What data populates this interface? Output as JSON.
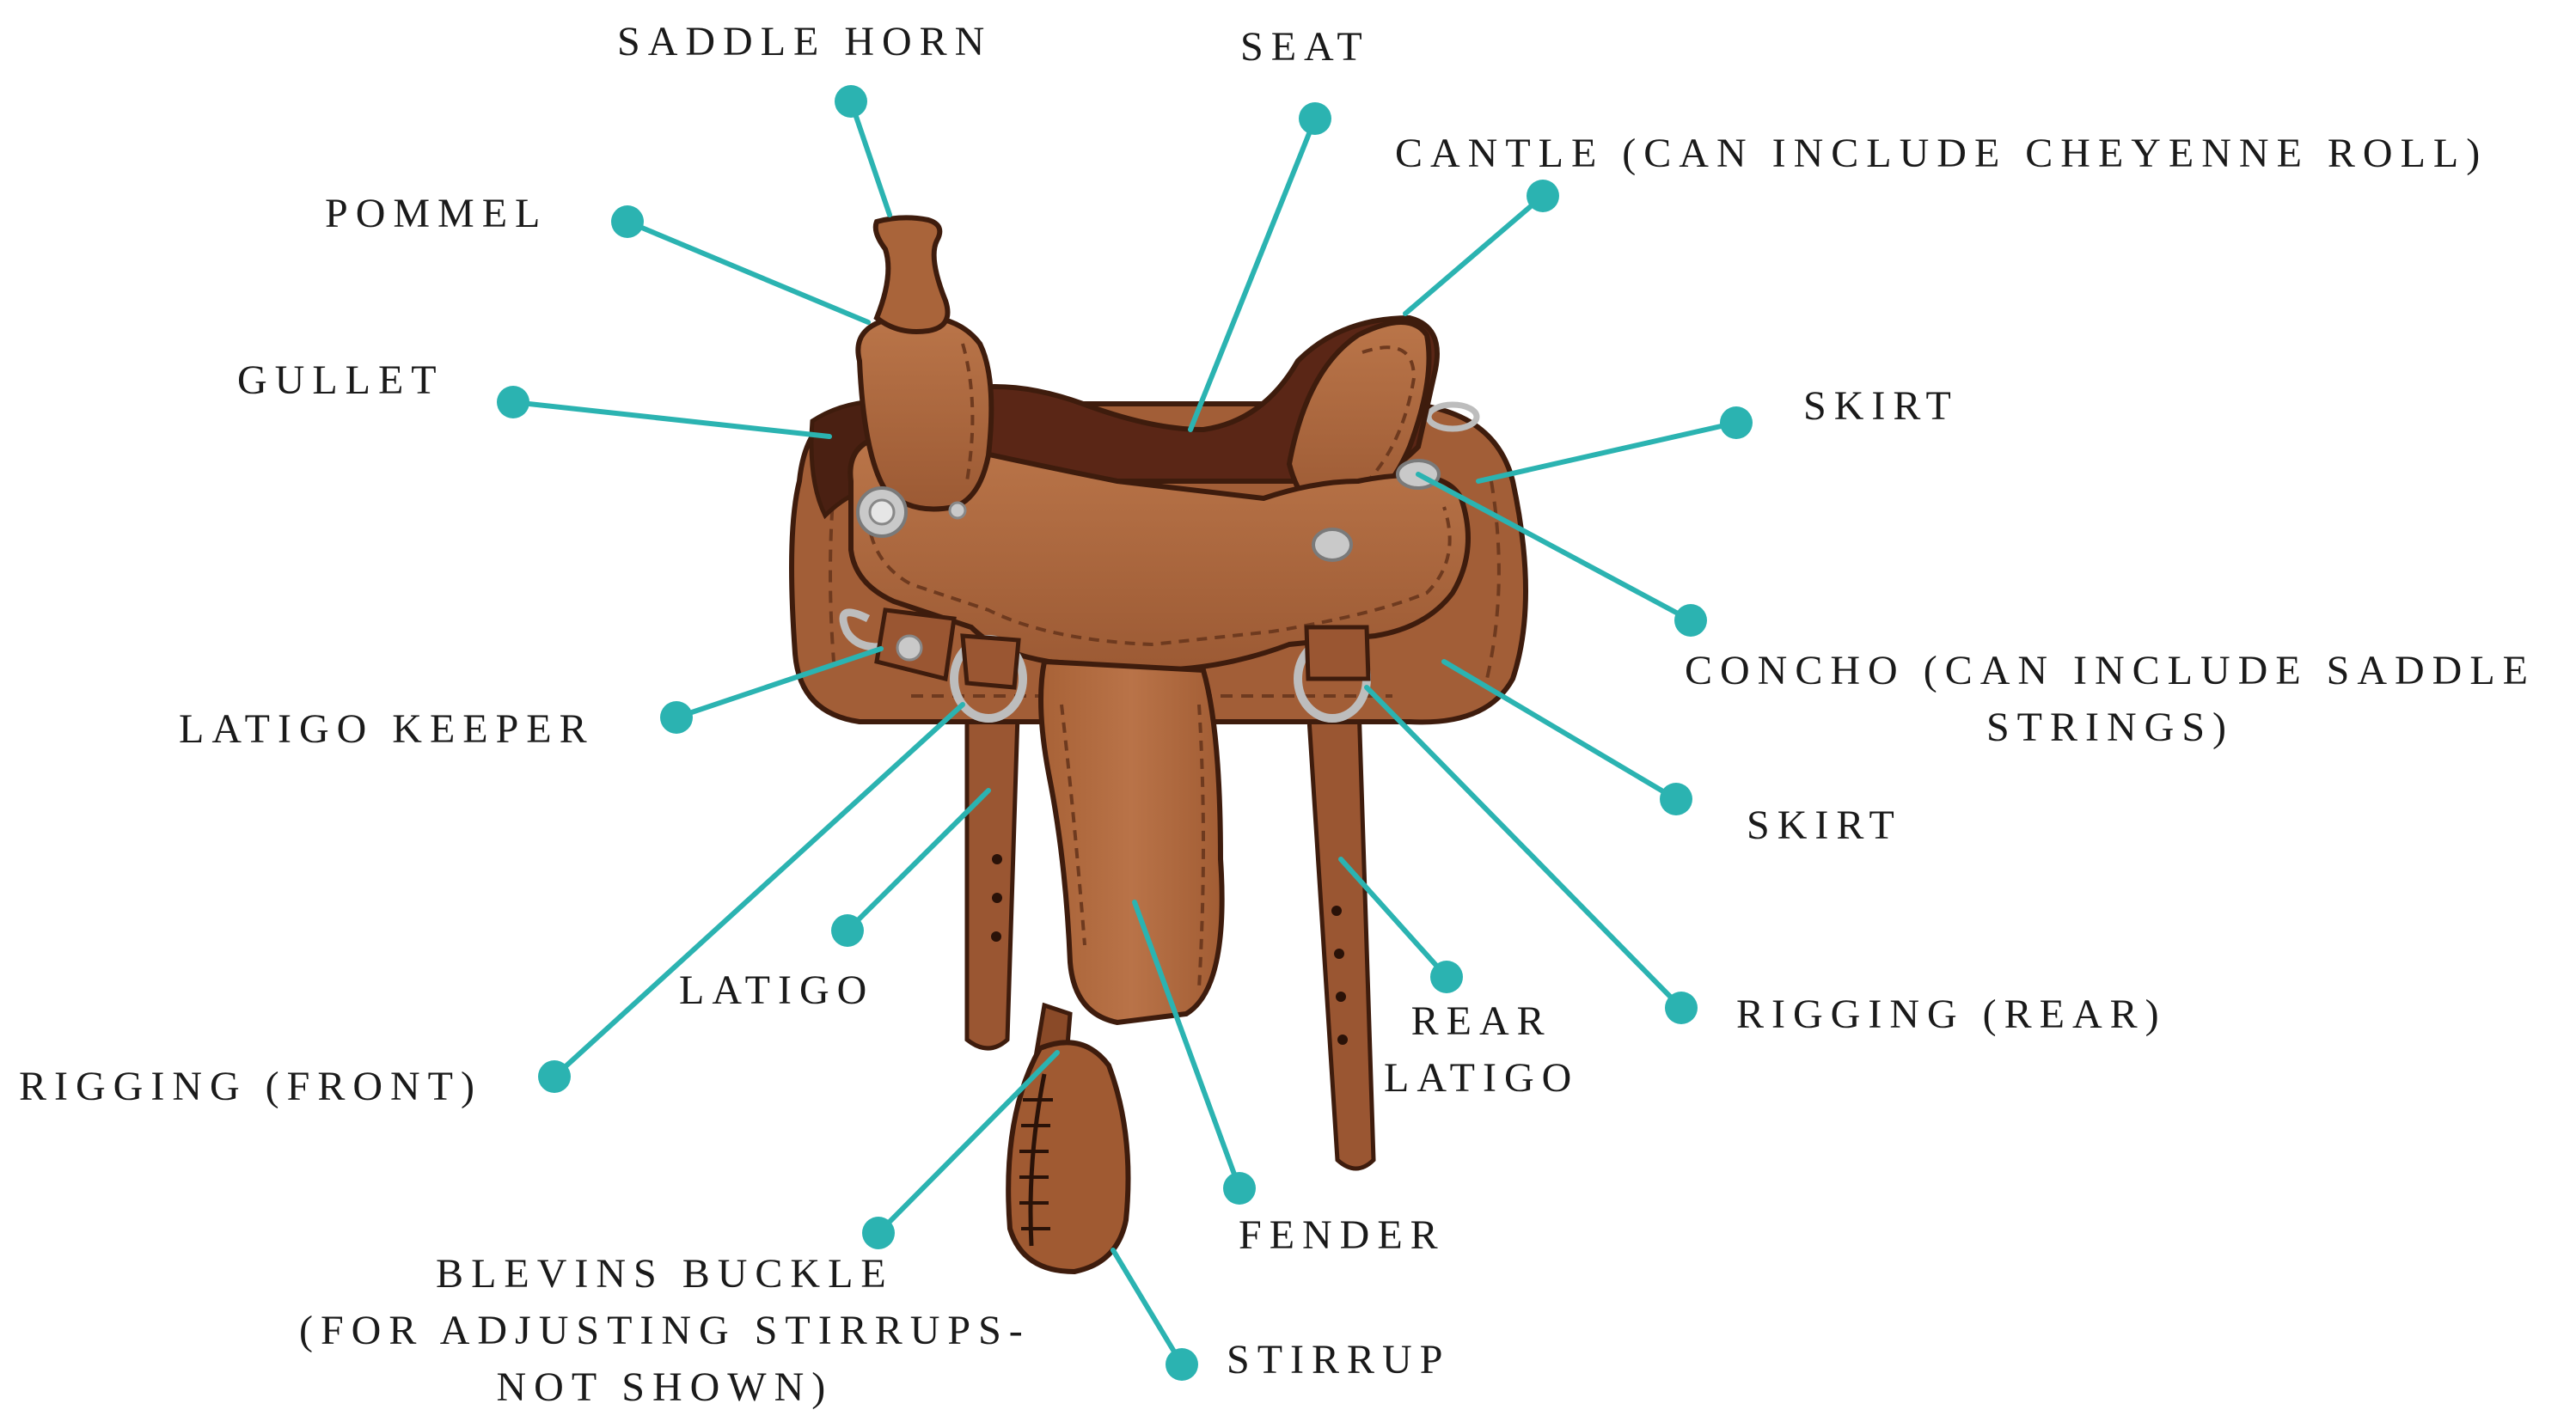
{
  "colors": {
    "accent": "#2bb3b1",
    "leather_light": "#b16c42",
    "leather_mid": "#9a5934",
    "leather_dark": "#6e3a1f",
    "seat": "#5a2616",
    "outline": "#3e1c0d",
    "silver": "#c9c9c9"
  },
  "labels": {
    "saddle_horn": "SADDLE HORN",
    "seat": "SEAT",
    "cantle": "CANTLE (CAN INCLUDE CHEYENNE ROLL)",
    "pommel": "POMMEL",
    "gullet": "GULLET",
    "skirt_upper": "SKIRT",
    "concho_line1": "CONCHO (CAN INCLUDE SADDLE",
    "concho_line2": "STRINGS)",
    "latigo_keeper": "LATIGO KEEPER",
    "skirt_lower": "SKIRT",
    "latigo": "LATIGO",
    "rear_latigo_line1": "REAR",
    "rear_latigo_line2": "LATIGO",
    "rigging_front": "RIGGING (FRONT)",
    "rigging_rear": "RIGGING (REAR)",
    "fender": "FENDER",
    "blevins_line1": "BLEVINS BUCKLE",
    "blevins_line2": "(FOR ADJUSTING STIRRUPS-",
    "blevins_line3": "NOT SHOWN)",
    "stirrup": "STIRRUP"
  }
}
